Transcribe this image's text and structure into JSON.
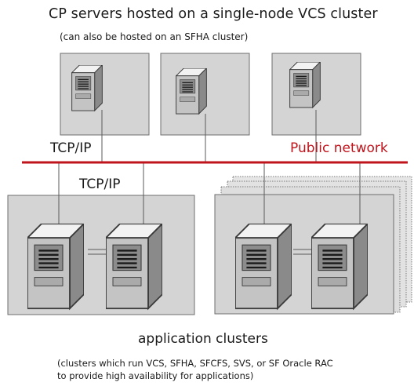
{
  "header": {
    "title": "CP servers hosted on a single-node VCS cluster",
    "subtitle": "(can also be hosted on an SFHA cluster)"
  },
  "network": {
    "tcpip_upper": "TCP/IP",
    "tcpip_lower": "TCP/IP",
    "public_label": "Public network",
    "public_color": "#c0141c"
  },
  "footer": {
    "title": "application clusters",
    "note_line1": "(clusters which run VCS, SFHA, SFCFS, SVS, or SF Oracle RAC",
    "note_line2": "to provide high availability for applications)"
  },
  "icons": {
    "cp_server": "server-tower-icon",
    "app_server": "server-tower-icon"
  },
  "colors": {
    "box_fill": "#d4d4d4",
    "box_stroke": "#6e6e6e",
    "line": "#5a5a5a"
  }
}
